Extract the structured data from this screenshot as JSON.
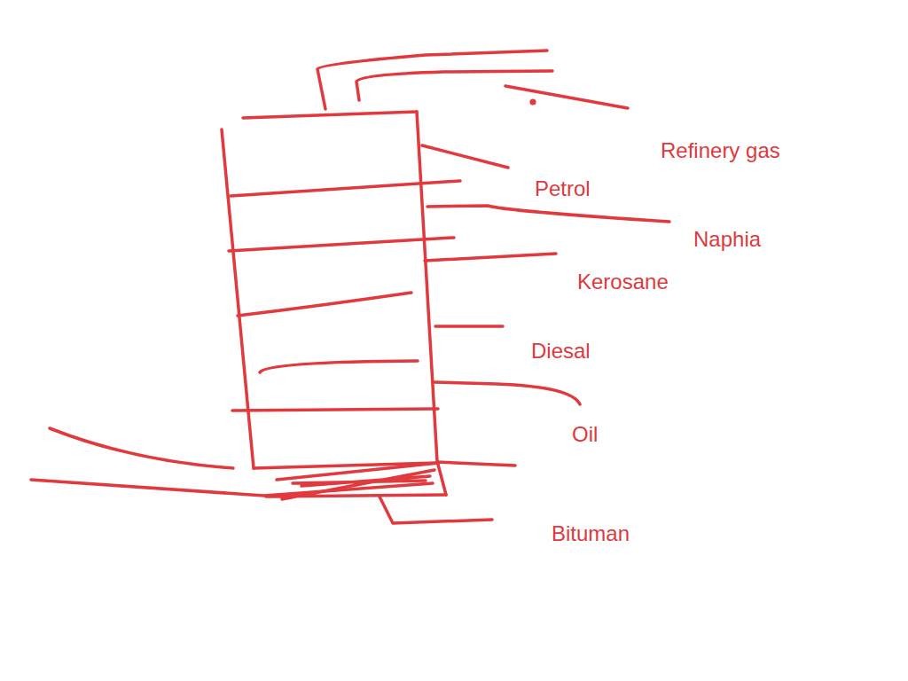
{
  "diagram": {
    "labels": [
      "Refinery gas",
      "Petrol",
      "Naphia",
      "Kerosane",
      "Diesal",
      "Oil",
      "Bituman"
    ]
  }
}
